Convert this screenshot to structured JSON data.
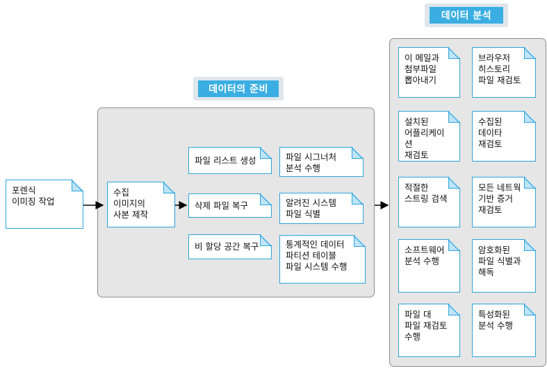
{
  "groups": {
    "prep_title": "데이터의 준비",
    "analysis_title": "데이터 분석"
  },
  "cards": {
    "forensic_imaging": "포렌식\n이미징 작업",
    "collect_copy": "수집\n이미지의\n사본 제작",
    "file_list": "파일 리스트 생성",
    "deleted_recovery": "삭제 파일 복구",
    "unallocated_recovery": "비 할당 공간 복구",
    "signature_analysis": "파일 시그너처\n분석 수행",
    "known_system_files": "알려진 시스템\n파일 식별",
    "statistical_partition": "통계적인 데이터\n파티션 테이블\n파일 시스템 수행",
    "email_extract": "이 메일과\n첨부파일\n뽑아내기",
    "browser_history": "브라우저\n히스토리\n파일 재검토",
    "installed_apps": "설치된\n어플리케이션\n재검토",
    "collected_data": "수집된\n데이타\n재검토",
    "string_search": "적절한\n스트링 검색",
    "network_evidence": "모든 네트웍\n기반 증거\n재검토",
    "software_analysis": "소프트웨어\n분석 수행",
    "encrypted_files": "암호화된\n파일 식별과\n해독",
    "file_to_file": "파일 대\n파일 재검토\n수행",
    "specialized_analysis": "특성화된\n분석 수행"
  },
  "colors": {
    "accent": "#3aaee2",
    "card_border": "#2aa3dc",
    "fold": "#bfe4f6",
    "panel": "#e6e6e6"
  }
}
